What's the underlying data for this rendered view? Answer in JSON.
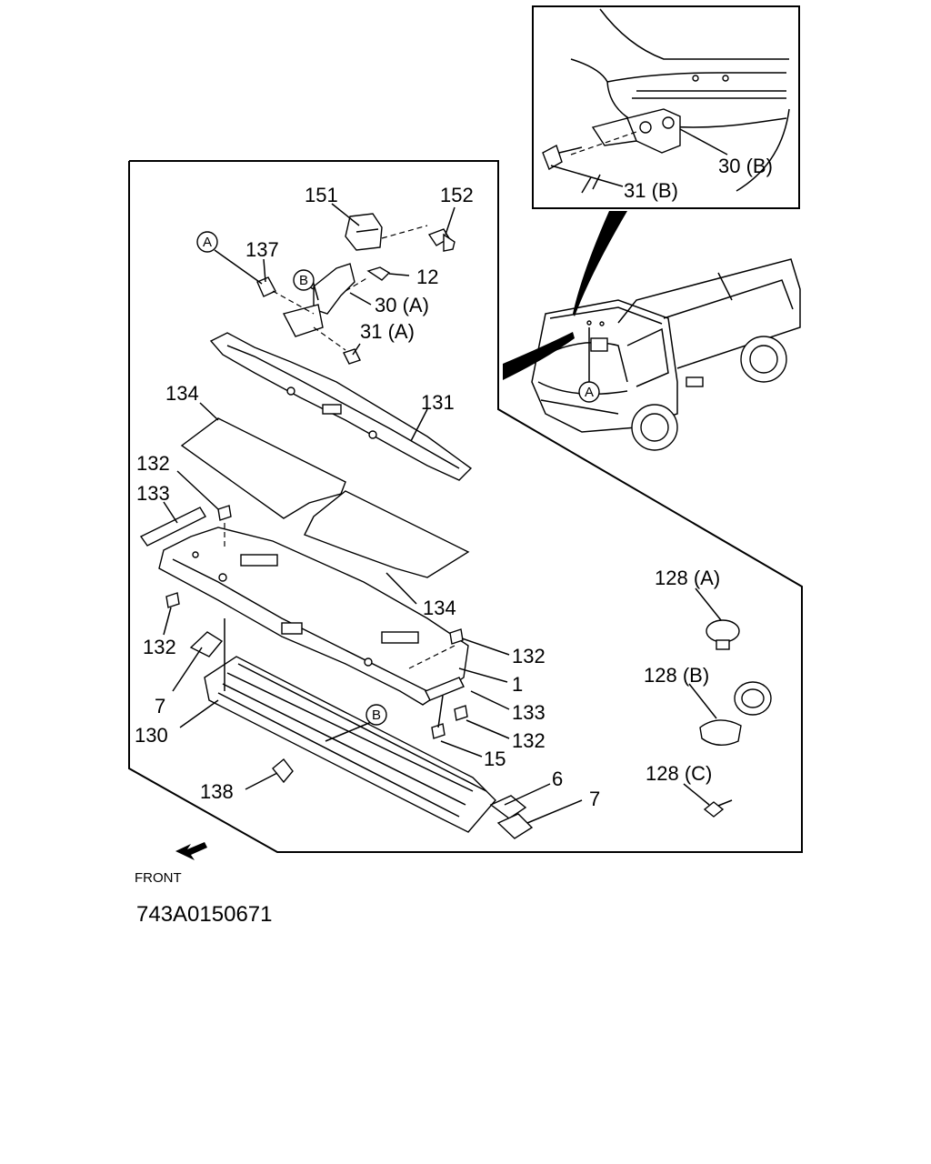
{
  "labels": {
    "p151": "151",
    "p152": "152",
    "p137": "137",
    "p12": "12",
    "p30a": "30 (A)",
    "p31a": "31 (A)",
    "p134a": "134",
    "p131": "131",
    "p132a": "132",
    "p133a": "133",
    "p134b": "134",
    "p132b": "132",
    "p132c": "132",
    "p1": "1",
    "p133b": "133",
    "p132d": "132",
    "p7a": "7",
    "p130": "130",
    "p15": "15",
    "p138": "138",
    "p6": "6",
    "p7b": "7",
    "p128a": "128 (A)",
    "p128b": "128 (B)",
    "p128c": "128 (C)",
    "p30b": "30 (B)",
    "p31b": "31 (B)"
  },
  "callouts": {
    "a1": "A",
    "a2": "A",
    "b1": "B",
    "b2": "B"
  },
  "front_label": "FRONT",
  "drawing_code": "743A0150671"
}
